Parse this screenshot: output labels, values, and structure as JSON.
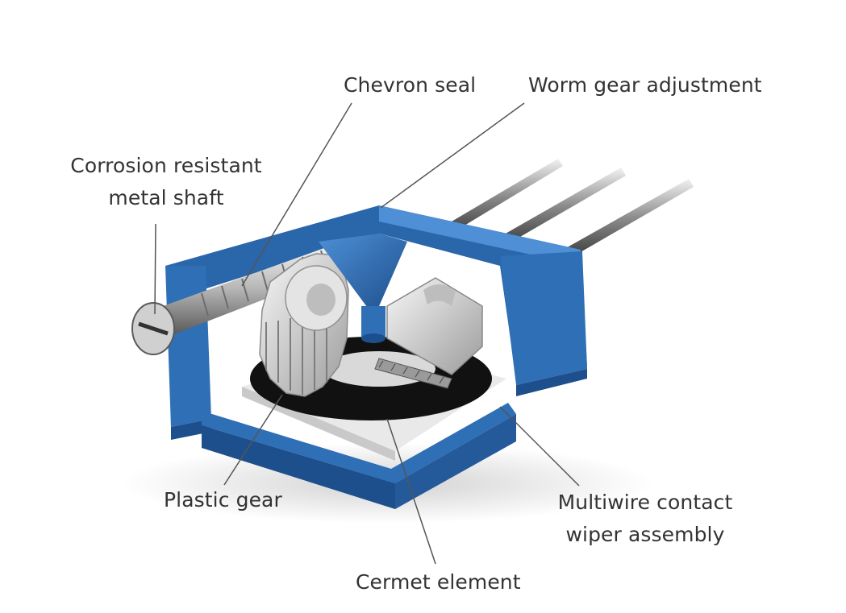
{
  "labels": {
    "chevron_seal": "Chevron seal",
    "worm_gear": "Worm gear adjustment",
    "shaft": [
      "Corrosion resistant",
      "metal shaft"
    ],
    "plastic_gear": "Plastic gear",
    "wiper": [
      "Multiwire contact",
      "wiper assembly"
    ],
    "cermet": "Cermet element"
  },
  "colors": {
    "housing": "#2f6fb5",
    "housing_dark": "#1d4f8c",
    "housing_light": "#4e8fd6",
    "metal": "#c8c8c8",
    "element": "#111111",
    "base": "#e9e9e9",
    "leader": "#555555",
    "text": "#333333"
  }
}
